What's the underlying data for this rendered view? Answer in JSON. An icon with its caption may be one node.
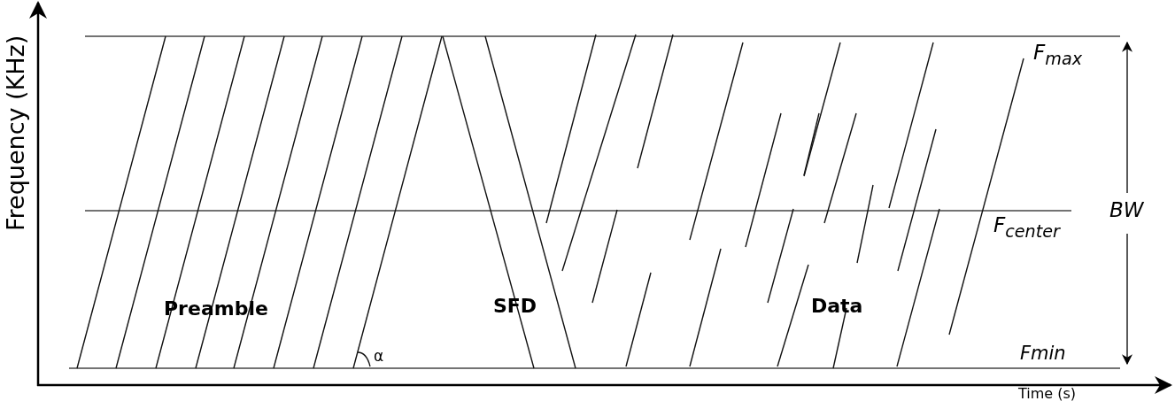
{
  "diagram": {
    "labels": [
      "Frequency (KHz)",
      "F$_{max}$",
      "BW",
      "F$_{center}$",
      "Preamble",
      "SFD",
      "Data",
      "α",
      "Fmin",
      "Time (s)"
    ]
  }
}
